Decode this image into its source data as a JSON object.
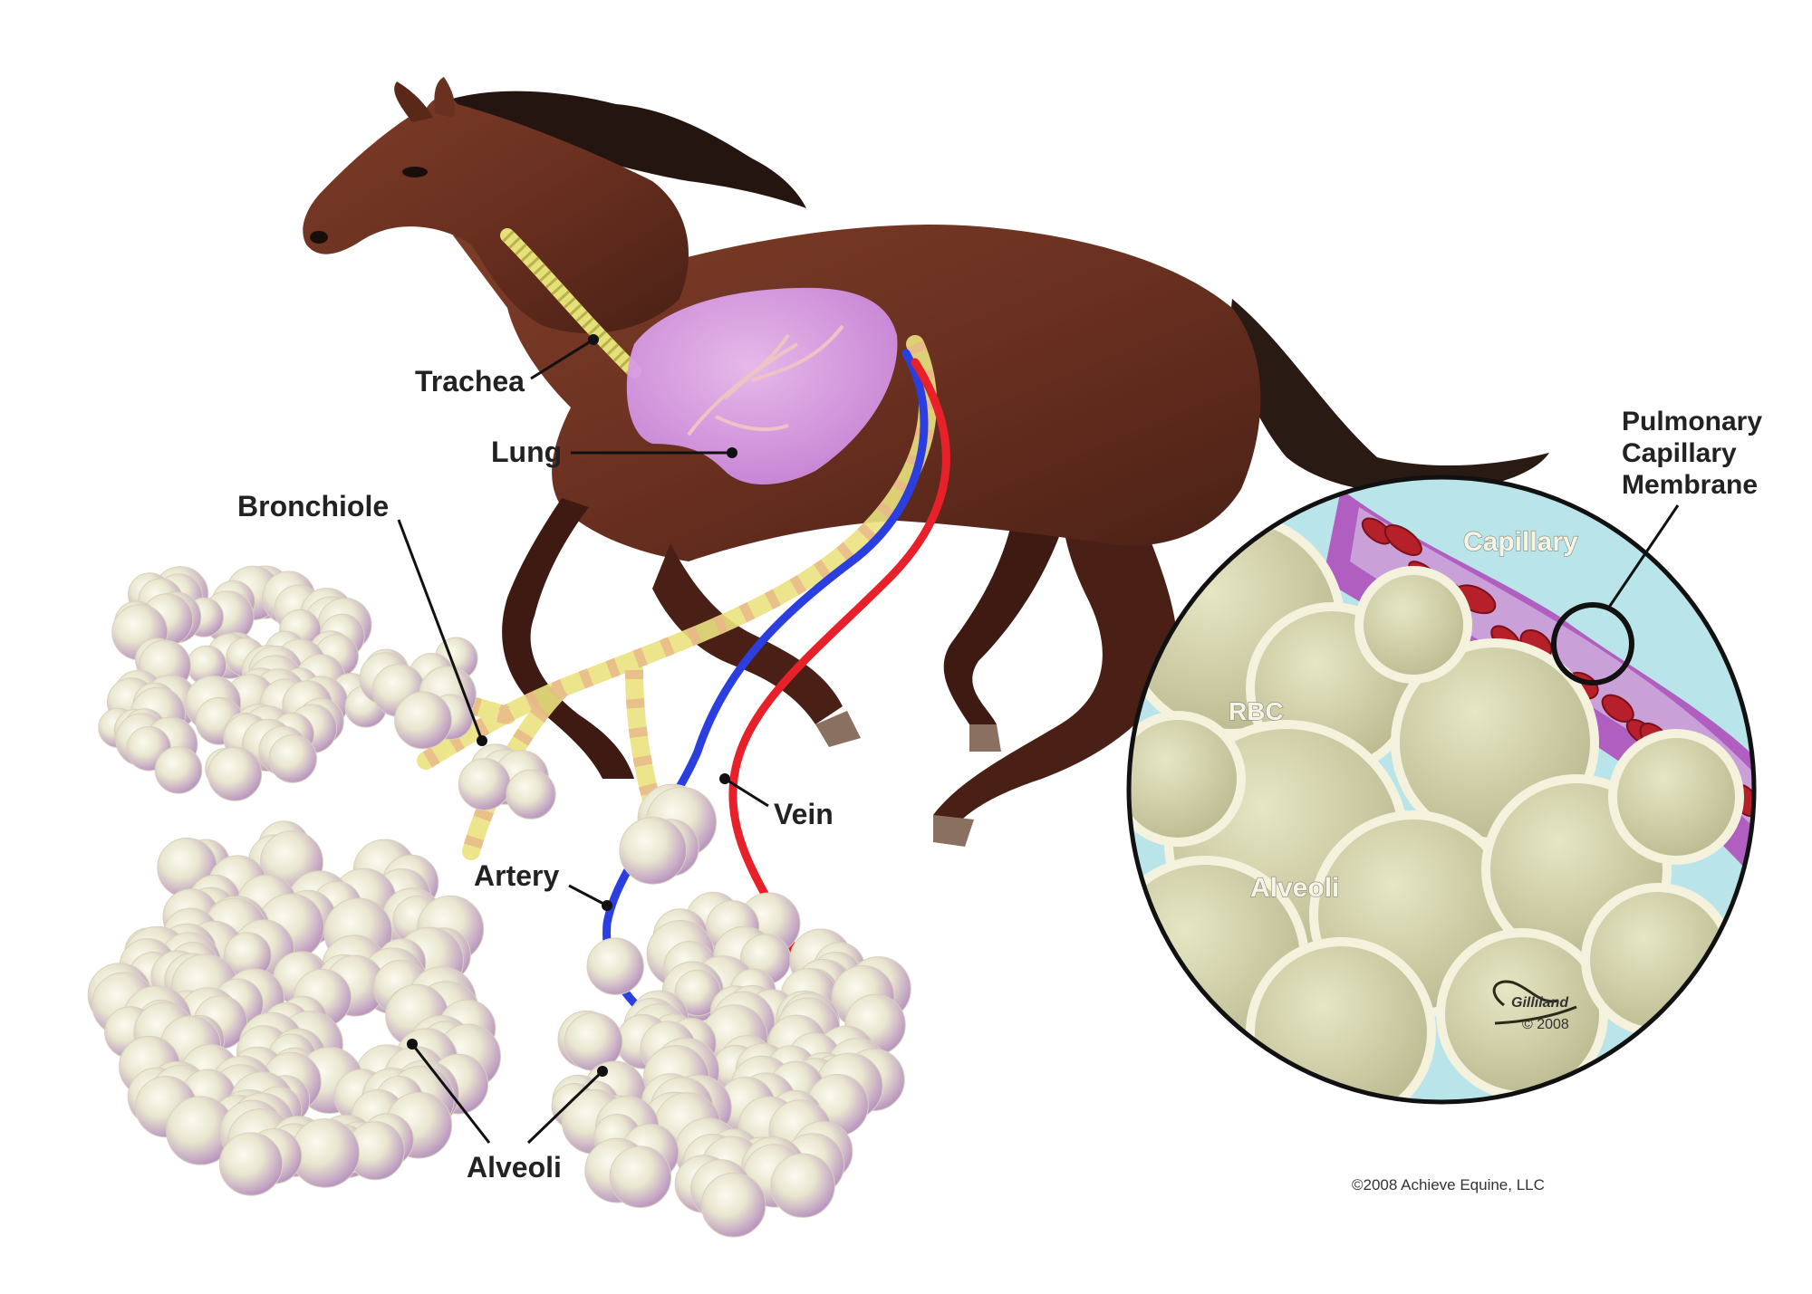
{
  "labels": {
    "trachea": "Trachea",
    "lung": "Lung",
    "bronchiole": "Bronchiole",
    "vein": "Vein",
    "artery": "Artery",
    "alveoli": "Alveoli",
    "pulmonary_line1": "Pulmonary",
    "pulmonary_line2": "Capillary",
    "pulmonary_line3": "Membrane"
  },
  "inset_labels": {
    "capillary": "Capillary",
    "rbc": "RBC",
    "alveoli": "Alveoli"
  },
  "signature": {
    "name": "Gilliland",
    "year": "© 2008"
  },
  "copyright": "©2008 Achieve Equine, LLC",
  "colors": {
    "horse": "#6b3322",
    "lung": "#d99be8",
    "trachea": "#e6e07a",
    "artery": "#2b3fe0",
    "vein": "#e8202a",
    "alveoli": "#e9e6cf",
    "inset_bg": "#b9e4ea",
    "inset_tissue": "#d9d8b0",
    "capillary_wall": "#b05fc0",
    "rbc": "#b5202a"
  }
}
